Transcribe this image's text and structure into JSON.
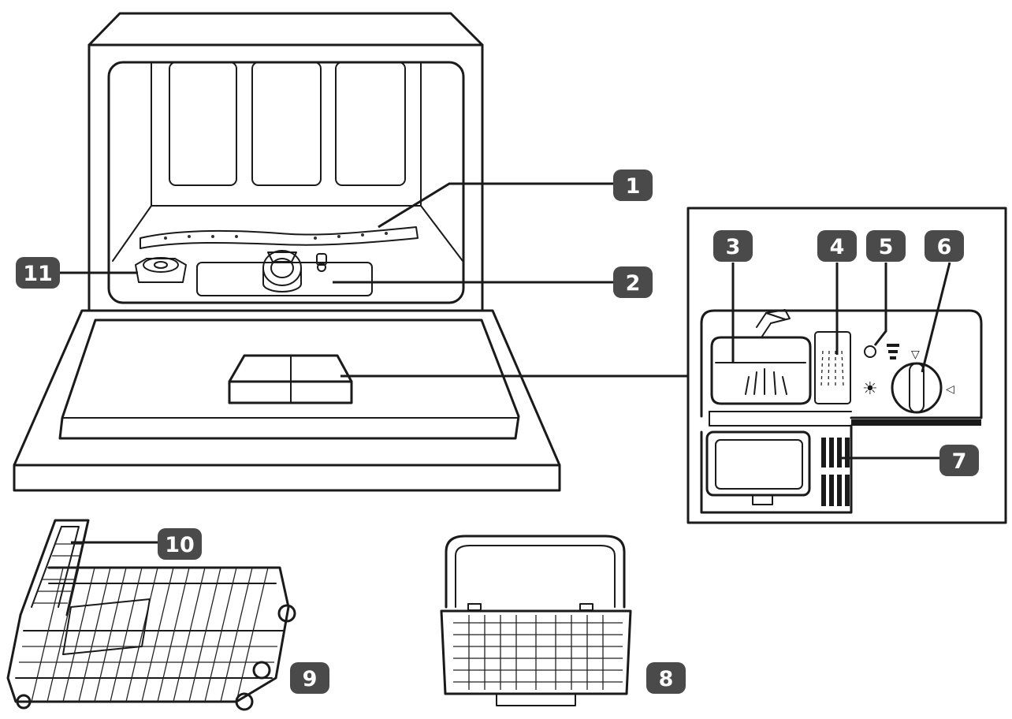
{
  "callouts": [
    {
      "id": "1",
      "label": "1"
    },
    {
      "id": "2",
      "label": "2"
    },
    {
      "id": "3",
      "label": "3"
    },
    {
      "id": "4",
      "label": "4"
    },
    {
      "id": "5",
      "label": "5"
    },
    {
      "id": "6",
      "label": "6"
    },
    {
      "id": "7",
      "label": "7"
    },
    {
      "id": "8",
      "label": "8"
    },
    {
      "id": "9",
      "label": "9"
    },
    {
      "id": "10",
      "label": "10"
    },
    {
      "id": "11",
      "label": "11"
    }
  ],
  "symbols": {
    "dial_pointer_top": "▽",
    "dial_pointer_right": "◁",
    "rinse_aid_symbol": "☀",
    "level_symbol": "≡"
  },
  "colors": {
    "line": "#1a1a1a",
    "badge": "#4a4a4a",
    "badge_text": "#ffffff",
    "background": "#ffffff"
  }
}
